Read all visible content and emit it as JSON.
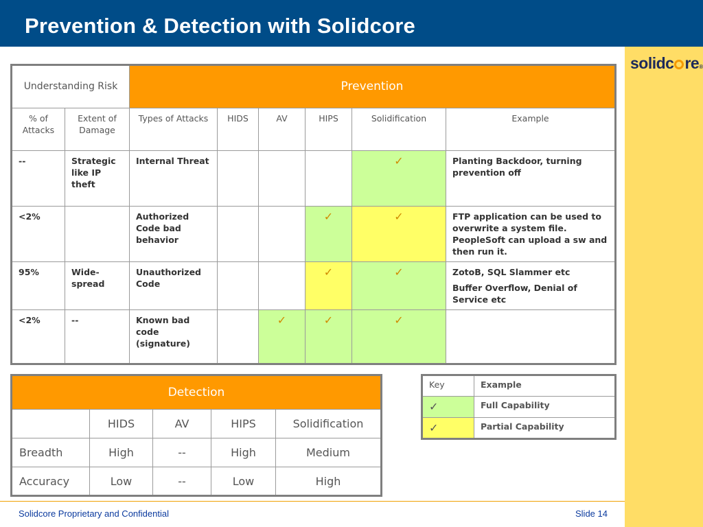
{
  "slide": {
    "title": "Prevention & Detection with Solidcore",
    "logo_text": "solidcore",
    "footer_left": "Solidcore Proprietary and Confidential",
    "footer_right": "Slide 14"
  },
  "colors": {
    "title_bar": "#004c88",
    "header_orange": "#ff9900",
    "full_capability_green": "#ccff99",
    "partial_capability_yellow": "#ffff66",
    "side_strip": "#ffdd66"
  },
  "icons": {
    "checkmark": "✓"
  },
  "prevention_table": {
    "understanding_risk": "Understanding Risk",
    "prevention": "Prevention",
    "columns": [
      "% of Attacks",
      "Extent of Damage",
      "Types of Attacks",
      "HIDS",
      "AV",
      "HIPS",
      "Solidification",
      "Example"
    ],
    "rows": [
      {
        "pct": "--",
        "extent": "Strategic like IP theft",
        "type": "Internal Threat",
        "hids": "",
        "av": "",
        "hips": "",
        "solidification": "full",
        "example": [
          "Planting Backdoor, turning prevention off"
        ]
      },
      {
        "pct": "<2%",
        "extent": "",
        "type": "Authorized Code bad behavior",
        "hids": "",
        "av": "",
        "hips": "full",
        "solidification": "partial",
        "example": [
          "FTP application can be used to overwrite a system file. PeopleSoft can upload a sw and then run it."
        ]
      },
      {
        "pct": "95%",
        "extent": "Wide-spread",
        "type": "Unauthorized Code",
        "hids": "",
        "av": "",
        "hips": "partial",
        "solidification": "full",
        "example": [
          "ZotoB, SQL Slammer etc",
          "Buffer Overflow, Denial of Service etc"
        ]
      },
      {
        "pct": "<2%",
        "extent": "--",
        "type": "Known bad code (signature)",
        "hids": "",
        "av": "full",
        "hips": "full",
        "solidification": "full",
        "example": [
          ""
        ]
      }
    ]
  },
  "detection_table": {
    "title": "Detection",
    "columns": [
      "",
      "HIDS",
      "AV",
      "HIPS",
      "Solidification"
    ],
    "rows": [
      [
        "Breadth",
        "High",
        "--",
        "High",
        "Medium"
      ],
      [
        "Accuracy",
        "Low",
        "--",
        "Low",
        "High"
      ]
    ]
  },
  "key_table": {
    "header": [
      "Key",
      "Example"
    ],
    "rows": [
      {
        "level": "full",
        "label": "Full Capability"
      },
      {
        "level": "partial",
        "label": "Partial Capability"
      }
    ]
  }
}
